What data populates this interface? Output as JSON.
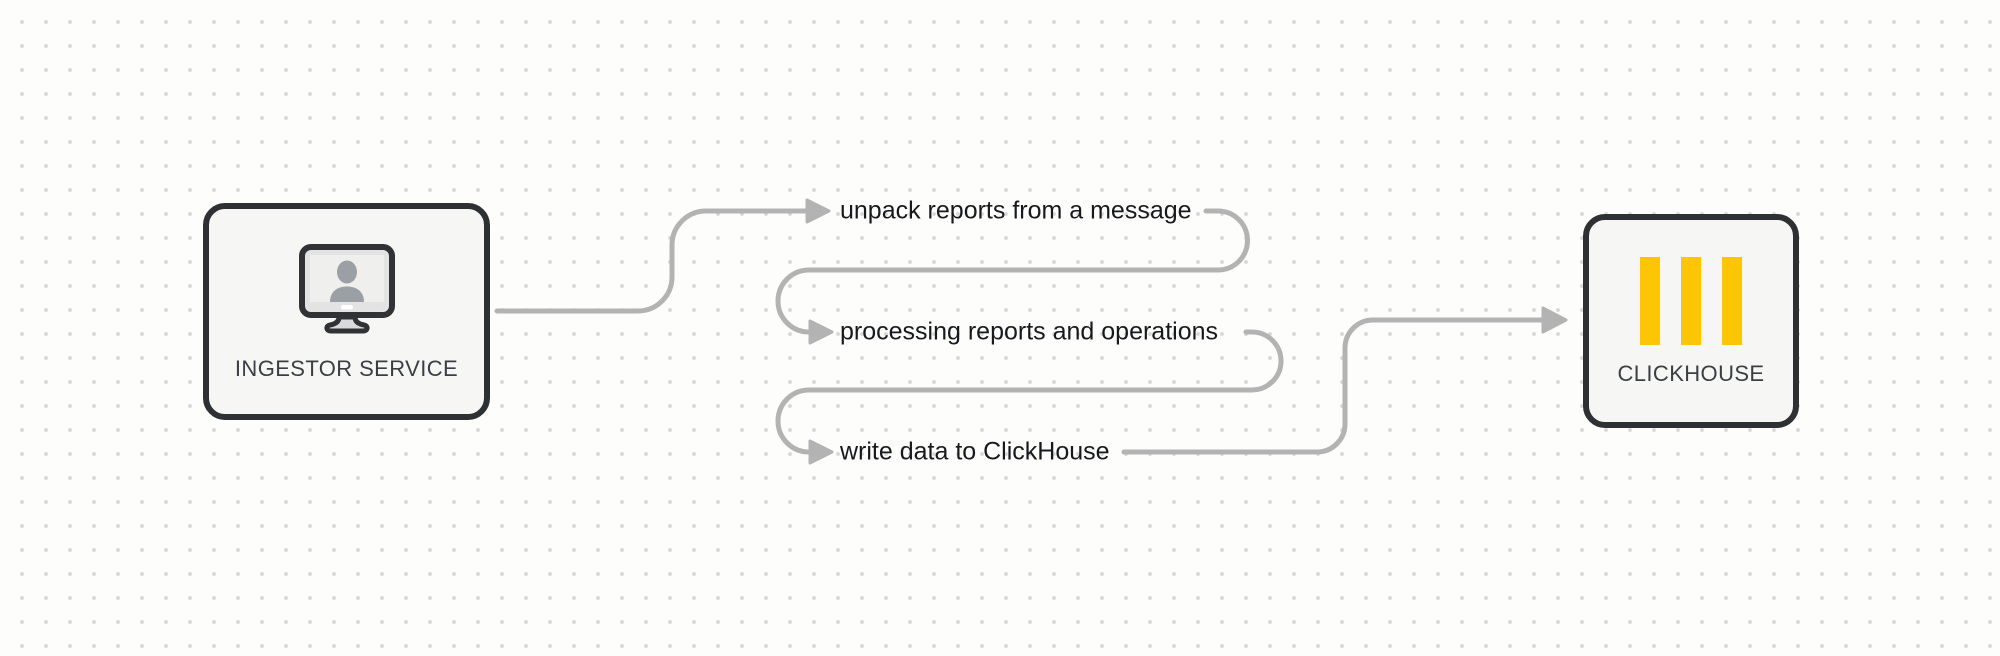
{
  "diagram": {
    "ingestor_node": {
      "label": "INGESTOR SERVICE",
      "icon": "monitor-user-icon"
    },
    "clickhouse_node": {
      "label": "CLICKHOUSE",
      "icon": "clickhouse-logo-bars-icon"
    },
    "steps": [
      {
        "label": "unpack reports from a message"
      },
      {
        "label": "processing reports and operations"
      },
      {
        "label": "write data to ClickHouse"
      }
    ],
    "colors": {
      "connector_gray": "#b3b3b3",
      "node_border": "#2e3134",
      "node_fill": "#f6f7f5",
      "clickhouse_yellow": "#fdc605",
      "canvas_background": "#fdfdfc",
      "dot_grid": "#d8d8d8",
      "step_text": "#17191d",
      "node_caption_text": "#3b3e43"
    }
  }
}
